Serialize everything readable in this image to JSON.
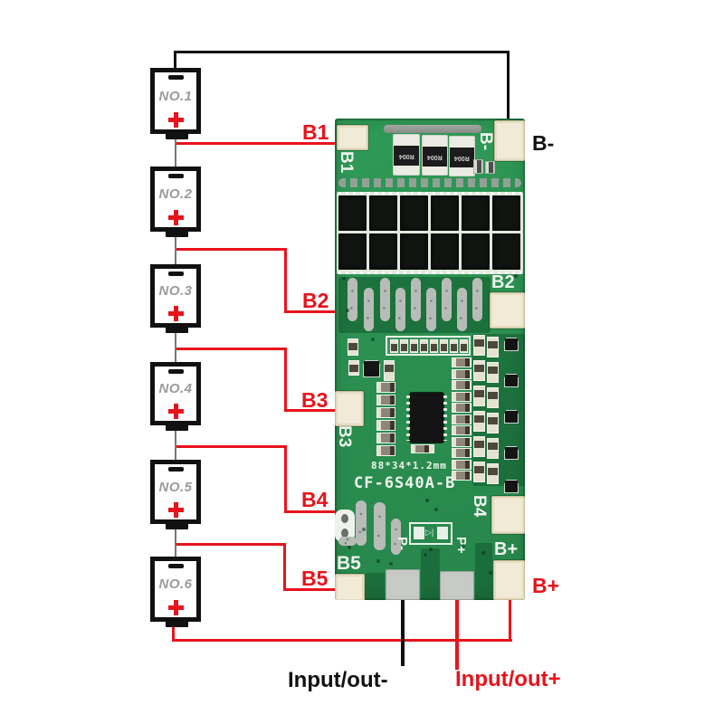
{
  "batteries": [
    {
      "label": "NO.1"
    },
    {
      "label": "NO.2"
    },
    {
      "label": "NO.3"
    },
    {
      "label": "NO.4"
    },
    {
      "label": "NO.5"
    },
    {
      "label": "NO.6"
    }
  ],
  "annotations": {
    "b1": "B1",
    "b2": "B2",
    "b3": "B3",
    "b4": "B4",
    "b5": "B5",
    "b_minus": "B-",
    "b_plus": "B+",
    "input_out_minus": "Input/out-",
    "input_out_plus": "Input/out+"
  },
  "board": {
    "silkscreen": {
      "b1": "B1",
      "b_minus": "B-",
      "b2": "B2",
      "b3": "B3",
      "b4": "B4",
      "b5": "B5",
      "p_minus": "P-",
      "p_plus": "P+",
      "b_plus": "B+",
      "model": "CF-6S40A-B",
      "dimensions": "88*34*1.2mm",
      "shunt": "R004"
    }
  },
  "colors": {
    "wire_red": "#e8131c",
    "wire_black": "#111111",
    "pcb_green": "#2c9152",
    "pad_cream": "#f1ead7",
    "pad_silver": "#c8cac6",
    "silkscreen_white": "#eef4ec",
    "battery_label_gray": "#9b9b9b"
  }
}
